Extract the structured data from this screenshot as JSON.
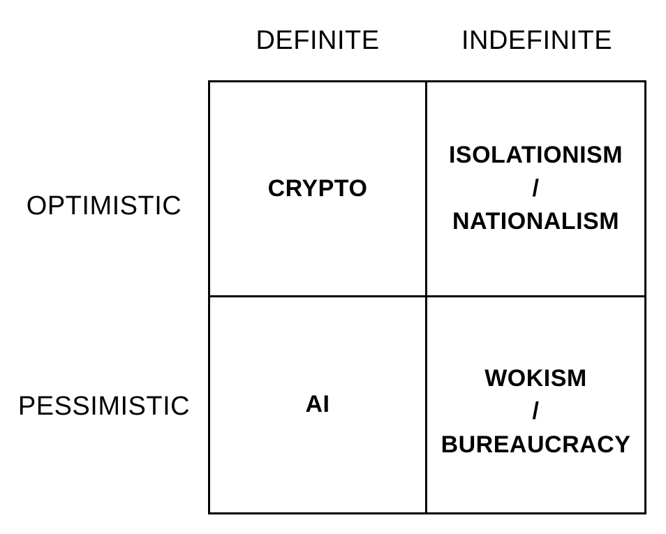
{
  "matrix": {
    "columns": [
      {
        "label": "DEFINITE"
      },
      {
        "label": "INDEFINITE"
      }
    ],
    "rows": [
      {
        "label": "OPTIMISTIC"
      },
      {
        "label": "PESSIMISTIC"
      }
    ],
    "quadrants": {
      "top_left": {
        "lines": [
          "CRYPTO"
        ]
      },
      "top_right": {
        "lines": [
          "ISOLATIONISM",
          "/",
          "NATIONALISM"
        ]
      },
      "bottom_left": {
        "lines": [
          "AI"
        ]
      },
      "bottom_right": {
        "lines": [
          "WOKISM",
          "/",
          "BUREAUCRACY"
        ]
      }
    },
    "colors": {
      "line": "#000000",
      "text": "#000000",
      "background": "#ffffff"
    }
  }
}
